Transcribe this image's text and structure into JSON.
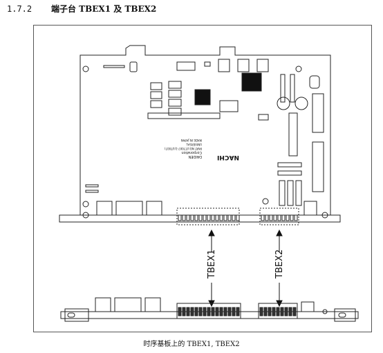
{
  "section": {
    "number": "1.7.2",
    "title": "端子台 TBEX1 及 TBEX2"
  },
  "figure": {
    "caption": "时序基板上的 TBEX1, TBEX2",
    "labels": {
      "tbex1": "TBEX1",
      "tbex2": "TBEX2"
    },
    "board_marking": "NACHI",
    "board_text_lines": [
      "DAIDEN",
      "Corporation",
      "PART NO.UT7007-1(UT007)",
      "UNIVERSAL",
      "MADE IN JAPAN"
    ]
  }
}
